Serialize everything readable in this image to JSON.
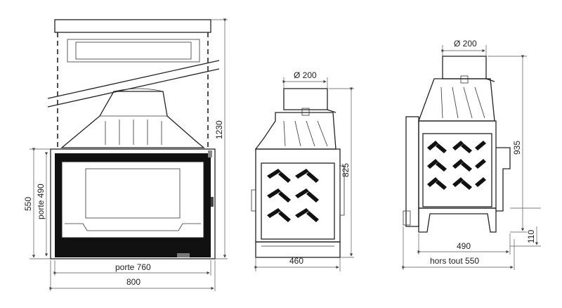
{
  "front_view": {
    "height_total": "1230",
    "height_550": "550",
    "porte_490": "porte 490",
    "porte_760": "porte 760",
    "width_800": "800"
  },
  "side_view": {
    "flue_diameter": "Ø 200",
    "height_825": "825",
    "depth_460": "460"
  },
  "side_view_2": {
    "flue_diameter": "Ø 200",
    "height_935": "935",
    "height_110": "110",
    "depth_490": "490",
    "hors_tout": "hors tout 550"
  }
}
